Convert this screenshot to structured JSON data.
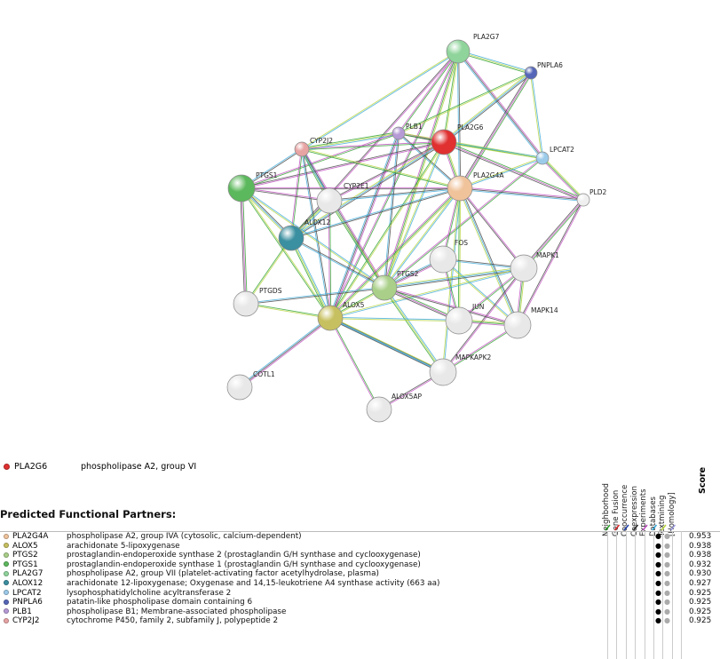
{
  "network": {
    "nodes": [
      {
        "id": "PLA2G7",
        "color": "#8fd49b"
      },
      {
        "id": "PNPLA6",
        "color": "#5566b8"
      },
      {
        "id": "PLB1",
        "color": "#b59ad6"
      },
      {
        "id": "PLA2G6",
        "color": "#e03030"
      },
      {
        "id": "CYP2J2",
        "color": "#e8a3a3"
      },
      {
        "id": "LPCAT2",
        "color": "#9ccbea"
      },
      {
        "id": "PTGS1",
        "color": "#5cb85c"
      },
      {
        "id": "CYP2E1",
        "color": "#e8e8e8"
      },
      {
        "id": "PLA2G4A",
        "color": "#f0c39b"
      },
      {
        "id": "PLD2",
        "color": "#efefef"
      },
      {
        "id": "ALOX12",
        "color": "#3a8fa0"
      },
      {
        "id": "FOS",
        "color": "#e8e8e8"
      },
      {
        "id": "MAPK1",
        "color": "#e8e8e8"
      },
      {
        "id": "PTGS2",
        "color": "#a9cf88"
      },
      {
        "id": "PTGDS",
        "color": "#e8e8e8"
      },
      {
        "id": "ALOX5",
        "color": "#c7c060"
      },
      {
        "id": "JUN",
        "color": "#e8e8e8"
      },
      {
        "id": "MAPK14",
        "color": "#e8e8e8"
      },
      {
        "id": "MAPKAPK2",
        "color": "#e8e8e8"
      },
      {
        "id": "COTL1",
        "color": "#e8e8e8"
      },
      {
        "id": "ALOX5AP",
        "color": "#e8e8e8"
      }
    ]
  },
  "query": {
    "name": "PLA2G6",
    "description": "phospholipase A2, group VI",
    "color": "#e03030"
  },
  "partners_heading": "Predicted Functional Partners:",
  "evidence_columns": [
    "Neighborhood",
    "Gene Fusion",
    "Cooccurrence",
    "Coexpression",
    "Experiments",
    "Databases",
    "Textmining",
    "[Homology]"
  ],
  "evidence_colors": [
    "#2ca02c",
    "#d62728",
    "#1f3fa8",
    "#222222",
    "#c04fc0",
    "#3aa9d9",
    "#b5d33a",
    "#9999dd"
  ],
  "score_label": "Score",
  "partners": [
    {
      "name": "PLA2G4A",
      "color": "#f0c39b",
      "description": "phospholipase A2, group IVA (cytosolic, calcium-dependent)",
      "score": "0.953"
    },
    {
      "name": "ALOX5",
      "color": "#c7c060",
      "description": "arachidonate 5-lipoxygenase",
      "score": "0.938"
    },
    {
      "name": "PTGS2",
      "color": "#a9cf88",
      "description": "prostaglandin-endoperoxide synthase 2 (prostaglandin G/H synthase and cyclooxygenase)",
      "score": "0.938"
    },
    {
      "name": "PTGS1",
      "color": "#5cb85c",
      "description": "prostaglandin-endoperoxide synthase 1 (prostaglandin G/H synthase and cyclooxygenase)",
      "score": "0.932"
    },
    {
      "name": "PLA2G7",
      "color": "#8fd49b",
      "description": "phospholipase A2, group VII (platelet-activating factor acetylhydrolase, plasma)",
      "score": "0.930"
    },
    {
      "name": "ALOX12",
      "color": "#3a8fa0",
      "description": "arachidonate 12-lipoxygenase; Oxygenase and 14,15-leukotriene A4 synthase activity (663 aa)",
      "score": "0.927"
    },
    {
      "name": "LPCAT2",
      "color": "#9ccbea",
      "description": "lysophosphatidylcholine acyltransferase 2",
      "score": "0.925"
    },
    {
      "name": "PNPLA6",
      "color": "#5566b8",
      "description": "patatin-like phospholipase domain containing 6",
      "score": "0.925"
    },
    {
      "name": "PLB1",
      "color": "#b59ad6",
      "description": "phospholipase B1; Membrane-associated phospholipase",
      "score": "0.925"
    },
    {
      "name": "CYP2J2",
      "color": "#e8a3a3",
      "description": "cytochrome P450, family 2, subfamily J, polypeptide 2",
      "score": "0.925"
    }
  ]
}
